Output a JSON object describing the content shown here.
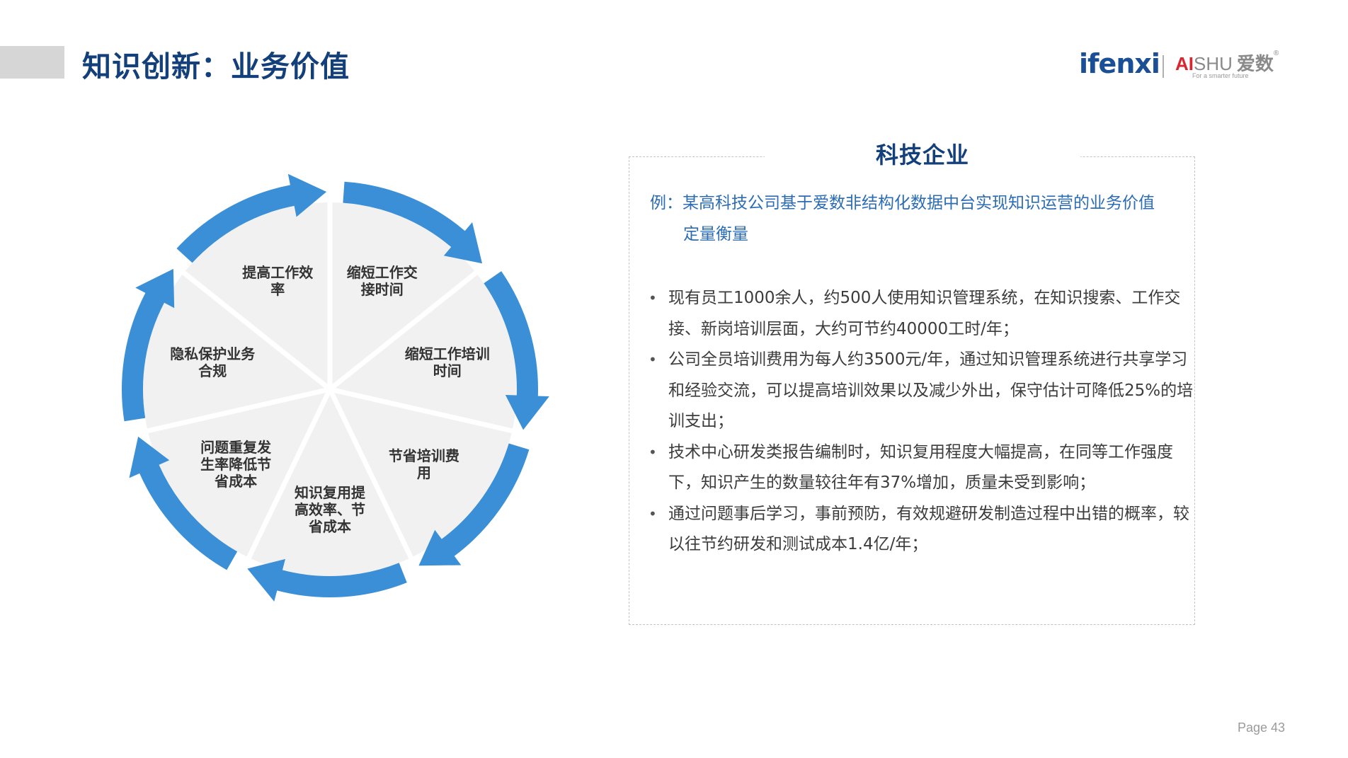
{
  "header": {
    "title": "知识创新：业务价值",
    "logo_ifenxi": "ifenxi",
    "logo_aishu_ai": "AI",
    "logo_aishu_shu": "SHU",
    "logo_aishu_cn": "爱数",
    "logo_aishu_reg": "®",
    "logo_tagline": "For a smarter future"
  },
  "cycle": {
    "arrow_color": "#3b8fd6",
    "fill_color": "#f1f1f1",
    "segments": [
      {
        "line1": "缩短工作交",
        "line2": "接时间"
      },
      {
        "line1": "缩短工作培训",
        "line2": "时间"
      },
      {
        "line1": "节省培训费",
        "line2": "用"
      },
      {
        "line1": "知识复用提",
        "line2": "高效率、节",
        "line3": "省成本"
      },
      {
        "line1": "问题重复发",
        "line2": "生率降低节",
        "line3": "省成本"
      },
      {
        "line1": "隐私保护业务",
        "line2": "合规"
      },
      {
        "line1": "提高工作效",
        "line2": "率"
      }
    ]
  },
  "card": {
    "title": "科技企业",
    "intro_prefix": "例：",
    "intro_line1": "某高科技公司基于爱数非结构化数据中台实现知识运营的业务价值",
    "intro_line2": "定量衡量",
    "bullet_symbol": "•",
    "bullets": [
      "现有员工1000余人，约500人使用知识管理系统，在知识搜索、工作交接、新岗培训层面，大约可节约40000工时/年；",
      "公司全员培训费用为每人约3500元/年，通过知识管理系统进行共享学习和经验交流，可以提高培训效果以及减少外出，保守估计可降低25%的培训支出；",
      "技术中心研发类报告编制时，知识复用程度大幅提高，在同等工作强度下，知识产生的数量较往年有37%增加，质量未受到影响；",
      "通过问题事后学习，事前预防，有效规避研发制造过程中出错的概率，较以往节约研发和测试成本1.4亿/年；"
    ]
  },
  "footer": {
    "page_label": "Page  43"
  }
}
